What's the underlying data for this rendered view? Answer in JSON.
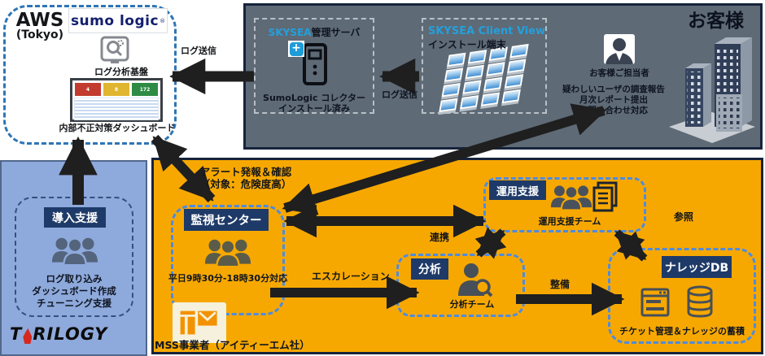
{
  "aws": {
    "title": "AWS",
    "subtitle": "(Tokyo)",
    "sumo_logo": "sumo logic",
    "sumo_reg": "®",
    "log_platform_label": "ログ分析基盤",
    "dashboard_caption": "内部不正対策ダッシュボード"
  },
  "customer": {
    "title": "お客様",
    "mgmt_server": {
      "brand": "SKYSEA",
      "suffix": "管理サーバ",
      "caption_line1": "SumoLogic コレクター",
      "caption_line2": "インストール済み"
    },
    "client_view": {
      "brand": "SKYSEA Client View",
      "suffix": "インストール端末"
    },
    "contact_label": "お客様ご担当者",
    "tasks": [
      "疑わしいユーザの調査報告",
      "月次レポート提出",
      "お問い合わせ対応"
    ]
  },
  "trilogy": {
    "badge": "導入支援",
    "tasks": [
      "ログ取り込み",
      "ダッシュボード作成",
      "チューニング支援"
    ],
    "logo_left": "T",
    "logo_right": "RILOGY"
  },
  "mss": {
    "monitoring": {
      "title": "監視センター",
      "caption": "平日9時30分-18時30分対応"
    },
    "analysis": {
      "title": "分析",
      "caption": "分析チーム"
    },
    "operation": {
      "title": "運用支援",
      "caption": "運用支援チーム"
    },
    "knowledge": {
      "title": "ナレッジDB",
      "caption": "チケット管理＆ナレッジの蓄積"
    },
    "footer": "MSS事業者（アイティーエム社）"
  },
  "labels": {
    "log_send_left": "ログ送信",
    "log_send_right": "ログ送信",
    "alert_line1": "アラート発報＆確認",
    "alert_line2": "（対象：危険度高）",
    "escalation": "エスカレーション",
    "cooperation": "連携",
    "reference": "参照",
    "maintenance": "整備"
  },
  "colors": {
    "navy": "#1E3A68",
    "orange": "#F7A800",
    "gray_panel": "#5E6A76",
    "panel_border": "#16233C",
    "light_blue": "#8EA9DB",
    "aws_dash": "#2E75B6",
    "dash_blue": "#4E8BE0",
    "dash_navy": "#33507E",
    "skysea_blue": "#23A0DC",
    "sumo_navy": "#121E6E",
    "arrow": "#1F1F1F",
    "tile_red": "#C23B2E",
    "tile_yellow": "#E0B52F",
    "tile_green": "#2E8B44",
    "trilogy_red": "#D6281E",
    "itm_orange": "#F39200",
    "cream": "#F6F1DC"
  }
}
